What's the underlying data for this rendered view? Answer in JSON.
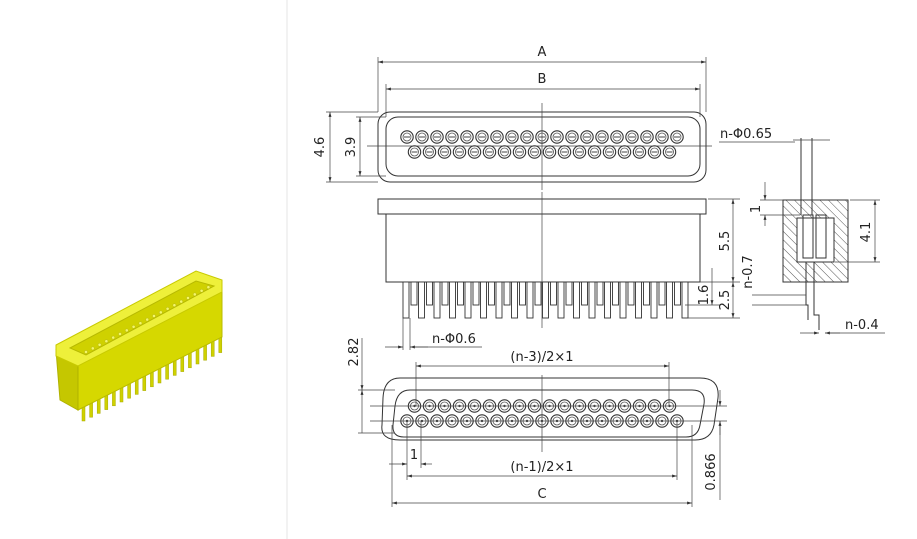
{
  "product_image": {
    "name": "yellow-connector-3d",
    "color": "#e3e600"
  },
  "top_view": {
    "dim_a": "A",
    "dim_b": "B",
    "height_outer": "4.6",
    "height_inner": "3.9",
    "hole_callout": "n-Φ0.65",
    "rows": [
      19,
      18
    ]
  },
  "side_view": {
    "height": "5.5",
    "pin_step": "1.6",
    "pin_length": "2.5",
    "pin_callout": "n-Φ0.6"
  },
  "section_view": {
    "top_offset": "1",
    "depth": "4.1",
    "pin_width_a": "n-0.7",
    "pin_width_b": "n-0.4"
  },
  "bottom_view": {
    "pitch_top": "(n-3)/2×1",
    "pitch_bottom": "(n-1)/2×1",
    "dim_c": "C",
    "pitch": "1",
    "height": "2.82",
    "row_offset": "0.866",
    "rows": [
      18,
      19
    ]
  }
}
